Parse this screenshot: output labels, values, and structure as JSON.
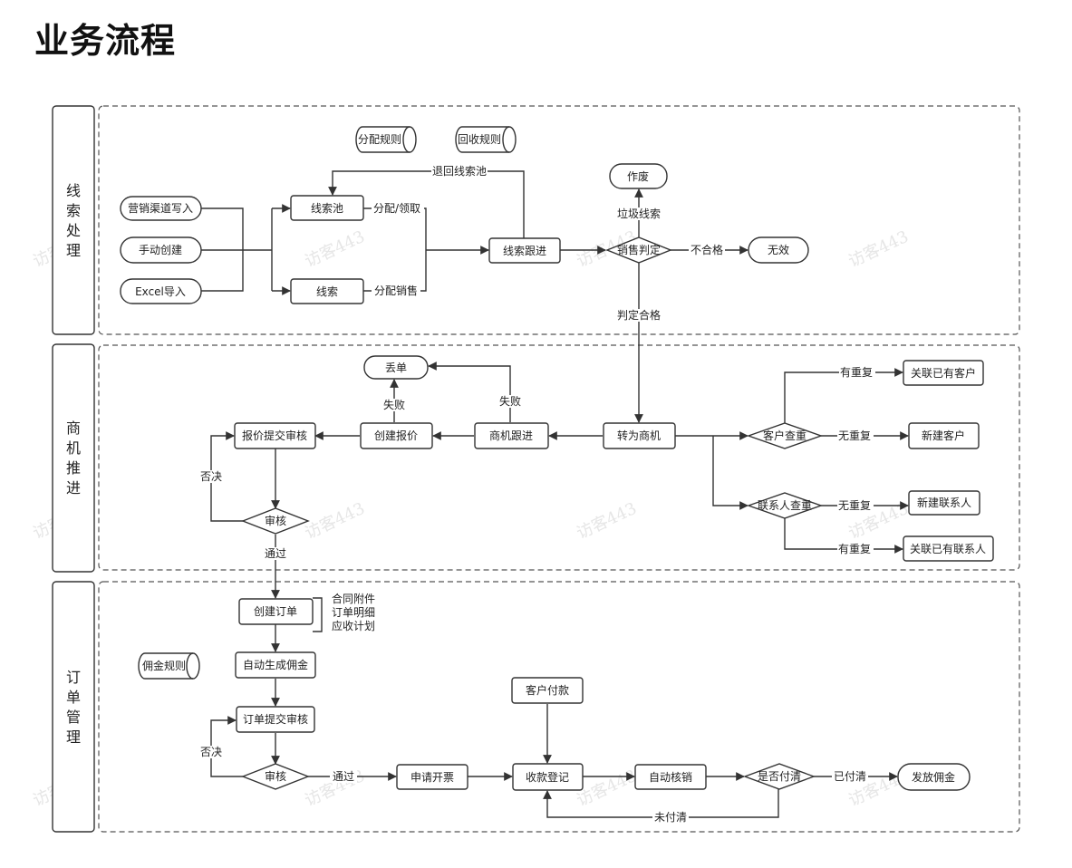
{
  "title": "业务流程",
  "lanes": [
    "线索处理",
    "商机推进",
    "订单管理"
  ],
  "watermark": "访客443",
  "nodes": {
    "n1_rule_assign": "分配规则",
    "n1_rule_recycle": "回收规则",
    "n1_marketing": "营销渠道写入",
    "n1_manual": "手动创建",
    "n1_excel": "Excel导入",
    "n1_pool": "线索池",
    "n1_lead": "线索",
    "n1_follow": "线索跟进",
    "n1_judge": "销售判定",
    "n1_void": "作废",
    "n1_invalid": "无效",
    "n2_lost": "丢单",
    "n2_quote_review": "报价提交审核",
    "n2_quote": "创建报价",
    "n2_follow": "商机跟进",
    "n2_convert": "转为商机",
    "n2_cust_check": "客户查重",
    "n2_link_cust": "关联已有客户",
    "n2_new_cust": "新建客户",
    "n2_contact_check": "联系人查重",
    "n2_new_contact": "新建联系人",
    "n2_link_contact": "关联已有联系人",
    "n2_review": "审核",
    "n3_order": "创建订单",
    "n3_commission_rule": "佣金规则",
    "n3_auto_comm": "自动生成佣金",
    "n3_order_review": "订单提交审核",
    "n3_review": "审核",
    "n3_invoice": "申请开票",
    "n3_customer_pay": "客户付款",
    "n3_receipt": "收款登记",
    "n3_auto_writeoff": "自动核销",
    "n3_paid_check": "是否付清",
    "n3_pay_comm": "发放佣金"
  },
  "labels": {
    "back_pool": "退回线索池",
    "assign_claim": "分配/领取",
    "assign_sales": "分配销售",
    "garbage": "垃圾线索",
    "unqualified": "不合格",
    "qualified": "判定合格",
    "fail1": "失败",
    "fail2": "失败",
    "has_dup1": "有重复",
    "no_dup1": "无重复",
    "no_dup2": "无重复",
    "has_dup2": "有重复",
    "reject1": "否决",
    "pass1": "通过",
    "reject2": "否决",
    "pass2": "通过",
    "paid": "已付清",
    "unpaid": "未付清"
  },
  "order_notes": [
    "合同附件",
    "订单明细",
    "应收计划"
  ]
}
